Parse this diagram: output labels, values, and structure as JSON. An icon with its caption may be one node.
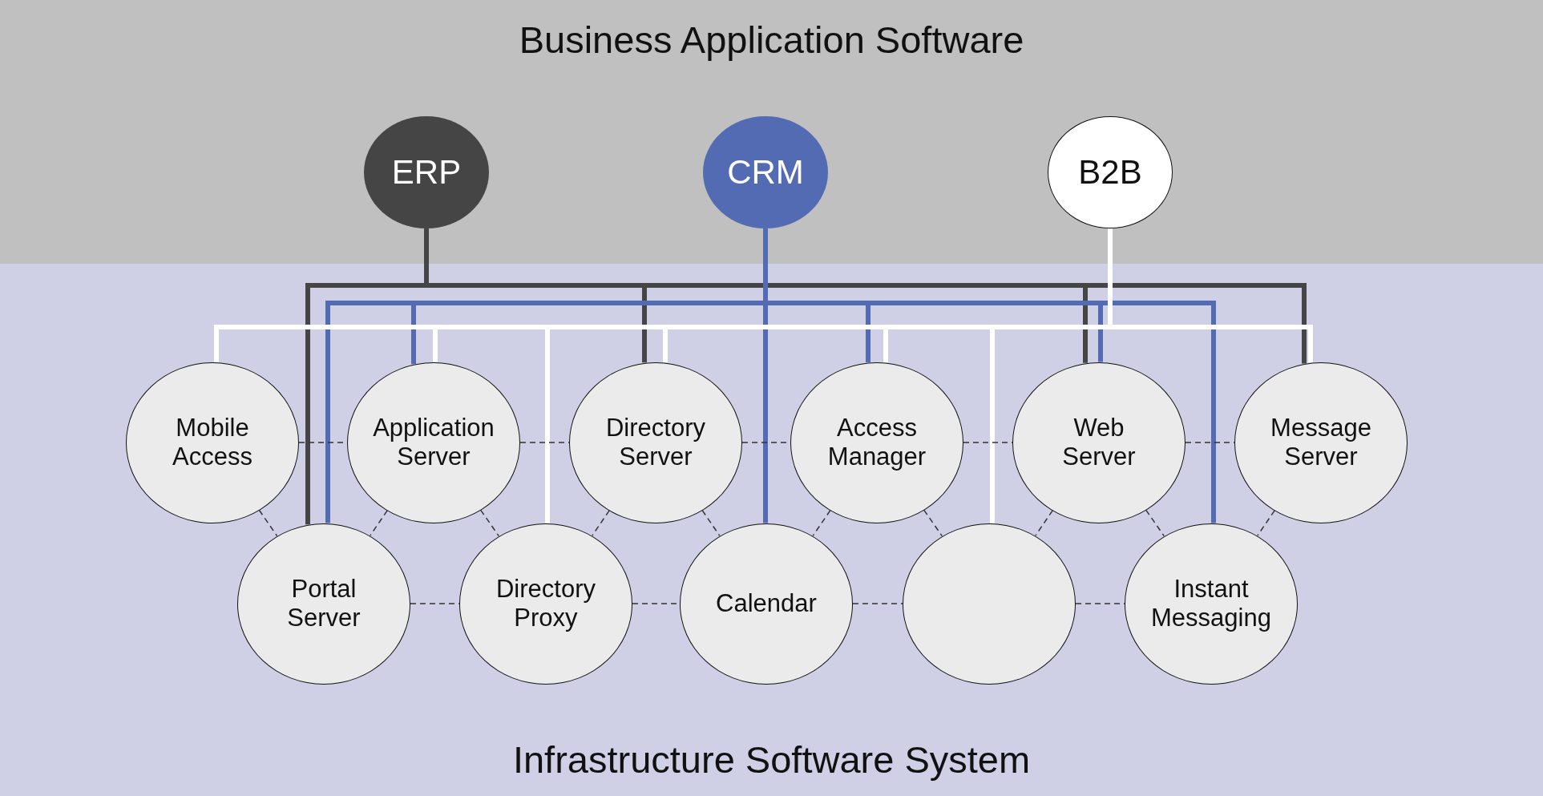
{
  "diagram": {
    "nodes": [
      {
        "text": [
          "Business Application Software"
        ]
      },
      {
        "text": [
          "ERP"
        ],
        "in": 0
      },
      {
        "text": [
          "CRM"
        ],
        "in": 0
      },
      {
        "text": [
          "B2B"
        ],
        "in": 0
      },
      {
        "text": [
          "Infrastructure Software System"
        ]
      },
      {
        "text": [
          "Mobile Access"
        ],
        "in": 4
      },
      {
        "text": [
          "Application Server"
        ],
        "in": 4
      },
      {
        "text": [
          "Directory Server"
        ],
        "in": 4
      },
      {
        "text": [
          "Access Manager"
        ],
        "in": 4
      },
      {
        "text": [
          "Web Server"
        ],
        "in": 4
      },
      {
        "text": [
          "Message Server"
        ],
        "in": 4
      },
      {
        "text": [
          "Portal Server"
        ],
        "in": 4
      },
      {
        "text": [
          "Directory Proxy"
        ],
        "in": 4
      },
      {
        "text": [
          "Calendar"
        ],
        "in": 4
      },
      {
        "text": [],
        "shape": "circle",
        "in": 4
      },
      {
        "text": [
          "Instant Messaging"
        ],
        "in": 4
      }
    ],
    "edges": [
      {
        "from": 1,
        "to": 11,
        "arrow": "none",
        "style": "thick",
        "color": "#454545"
      },
      {
        "from": 1,
        "to": 7,
        "arrow": "none",
        "style": "thick",
        "color": "#454545"
      },
      {
        "from": 1,
        "to": 9,
        "arrow": "none",
        "style": "thick",
        "color": "#454545"
      },
      {
        "from": 1,
        "to": 10,
        "arrow": "none",
        "style": "thick",
        "color": "#454545"
      },
      {
        "from": 2,
        "to": 11,
        "arrow": "none",
        "style": "thick",
        "color": "#536bb3"
      },
      {
        "from": 2,
        "to": 6,
        "arrow": "none",
        "style": "thick",
        "color": "#536bb3"
      },
      {
        "from": 2,
        "to": 13,
        "arrow": "none",
        "style": "thick",
        "color": "#536bb3"
      },
      {
        "from": 2,
        "to": 8,
        "arrow": "none",
        "style": "thick",
        "color": "#536bb3"
      },
      {
        "from": 2,
        "to": 9,
        "arrow": "none",
        "style": "thick",
        "color": "#536bb3"
      },
      {
        "from": 2,
        "to": 15,
        "arrow": "none",
        "style": "thick",
        "color": "#536bb3"
      },
      {
        "from": 3,
        "to": 5,
        "arrow": "none",
        "style": "thick",
        "color": "#ffffff"
      },
      {
        "from": 3,
        "to": 6,
        "arrow": "none",
        "style": "thick",
        "color": "#ffffff"
      },
      {
        "from": 3,
        "to": 12,
        "arrow": "none",
        "style": "thick",
        "color": "#ffffff"
      },
      {
        "from": 3,
        "to": 7,
        "arrow": "none",
        "style": "thick",
        "color": "#ffffff"
      },
      {
        "from": 3,
        "to": 8,
        "arrow": "none",
        "style": "thick",
        "color": "#ffffff"
      },
      {
        "from": 3,
        "to": 14,
        "arrow": "none",
        "style": "thick",
        "color": "#ffffff"
      },
      {
        "from": 3,
        "to": 10,
        "arrow": "none",
        "style": "thick",
        "color": "#ffffff"
      },
      {
        "from": 5,
        "to": 6,
        "arrow": "none",
        "style": "dashed"
      },
      {
        "from": 6,
        "to": 7,
        "arrow": "none",
        "style": "dashed"
      },
      {
        "from": 7,
        "to": 8,
        "arrow": "none",
        "style": "dashed"
      },
      {
        "from": 8,
        "to": 9,
        "arrow": "none",
        "style": "dashed"
      },
      {
        "from": 9,
        "to": 10,
        "arrow": "none",
        "style": "dashed"
      },
      {
        "from": 11,
        "to": 12,
        "arrow": "none",
        "style": "dashed"
      },
      {
        "from": 12,
        "to": 13,
        "arrow": "none",
        "style": "dashed"
      },
      {
        "from": 13,
        "to": 14,
        "arrow": "none",
        "style": "dashed"
      },
      {
        "from": 14,
        "to": 15,
        "arrow": "none",
        "style": "dashed"
      },
      {
        "from": 5,
        "to": 11,
        "arrow": "none",
        "style": "dashed"
      },
      {
        "from": 6,
        "to": 11,
        "arrow": "none",
        "style": "dashed"
      },
      {
        "from": 6,
        "to": 12,
        "arrow": "none",
        "style": "dashed"
      },
      {
        "from": 7,
        "to": 12,
        "arrow": "none",
        "style": "dashed"
      },
      {
        "from": 7,
        "to": 13,
        "arrow": "none",
        "style": "dashed"
      },
      {
        "from": 8,
        "to": 13,
        "arrow": "none",
        "style": "dashed"
      },
      {
        "from": 8,
        "to": 14,
        "arrow": "none",
        "style": "dashed"
      },
      {
        "from": 9,
        "to": 14,
        "arrow": "none",
        "style": "dashed"
      },
      {
        "from": 9,
        "to": 15,
        "arrow": "none",
        "style": "dashed"
      },
      {
        "from": 10,
        "to": 15,
        "arrow": "none",
        "style": "dashed"
      }
    ]
  }
}
